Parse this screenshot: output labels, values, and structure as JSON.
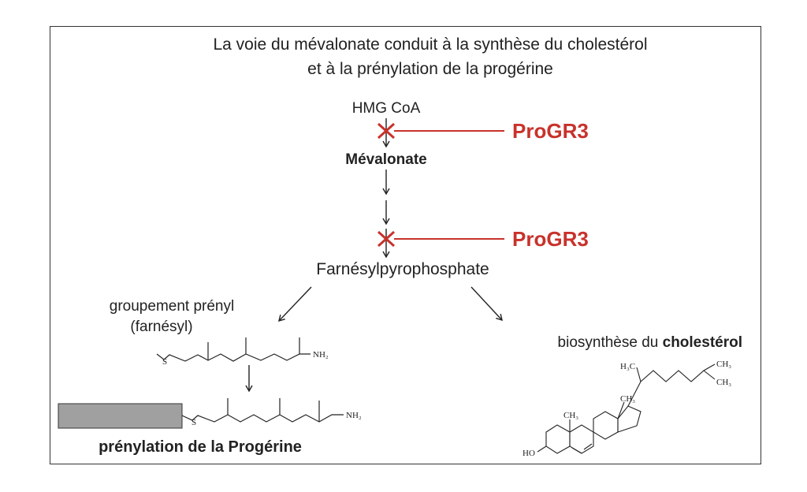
{
  "title": {
    "line1": "La voie du mévalonate conduit à la synthèse du cholestérol",
    "line2": "et à la prénylation de la progérine"
  },
  "pathway": {
    "hmg_coa": "HMG CoA",
    "mevalonate": "Mévalonate",
    "fpp": "Farnésylpyrophosphate",
    "inhibitor_1": "ProGR3",
    "inhibitor_2": "ProGR3"
  },
  "prenyl": {
    "label_line1": "groupement prényl",
    "label_line2": "(farnésyl)",
    "chain_s": "S",
    "chain_nh2": "NH₂",
    "protein_s": "S",
    "protein_nh2": "NH₂",
    "result": "prénylation de la Progérine"
  },
  "cholesterol": {
    "label_prefix": "biosynthèse du ",
    "label_bold": "cholestérol",
    "h3c": "H₃C",
    "ch3_top": "CH₃",
    "ch3_bottom": "CH₃",
    "ch3_ring_upper": "CH₃",
    "ch3_ring_lower": "CH₃",
    "ho": "HO"
  },
  "colors": {
    "inhibitor": "#c8322b",
    "protein_box": "#a0a0a0"
  }
}
